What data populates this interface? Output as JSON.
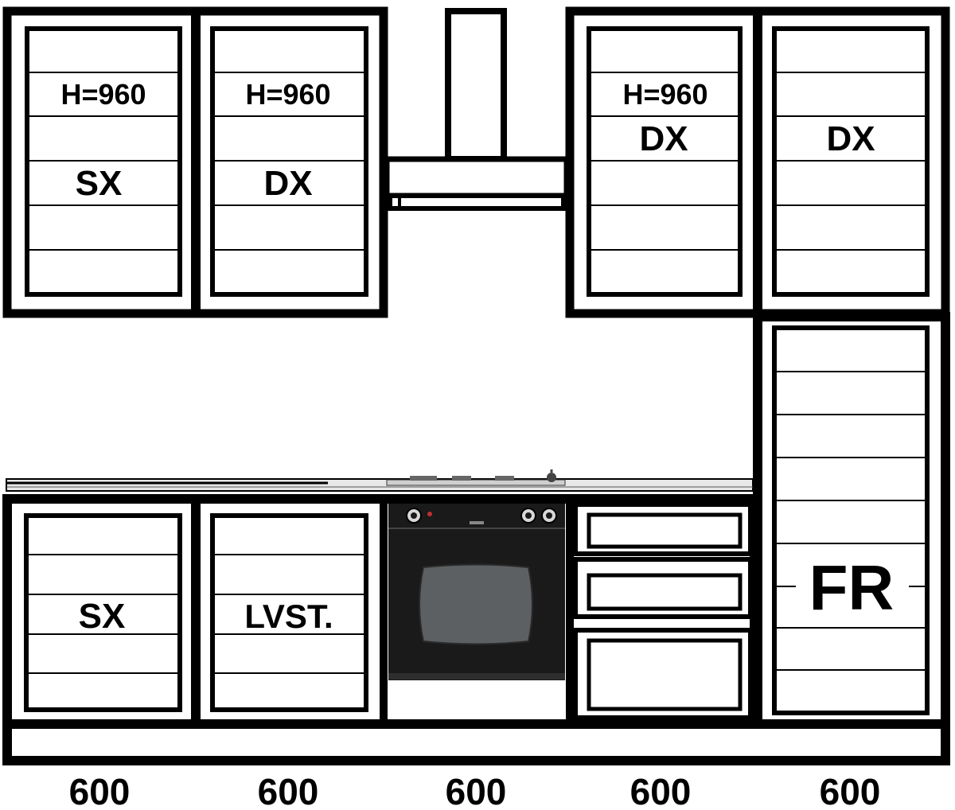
{
  "upper_cabinets": [
    {
      "height_label": "H=960",
      "handle_label": "SX"
    },
    {
      "height_label": "H=960",
      "handle_label": "DX"
    },
    {
      "height_label": "H=960",
      "handle_label": "DX"
    },
    {
      "height_label": "",
      "handle_label": "DX"
    }
  ],
  "base_cabinets": [
    {
      "label": "SX"
    },
    {
      "label": "LVST."
    }
  ],
  "tall_unit_label": "FR",
  "widths": [
    "600",
    "600",
    "600",
    "600",
    "600"
  ],
  "colors": {
    "line": "#000000",
    "background": "#ffffff",
    "oven_body": "#1a1a1a",
    "oven_glass": "#5d6062",
    "countertop": "#e8e8e8"
  }
}
